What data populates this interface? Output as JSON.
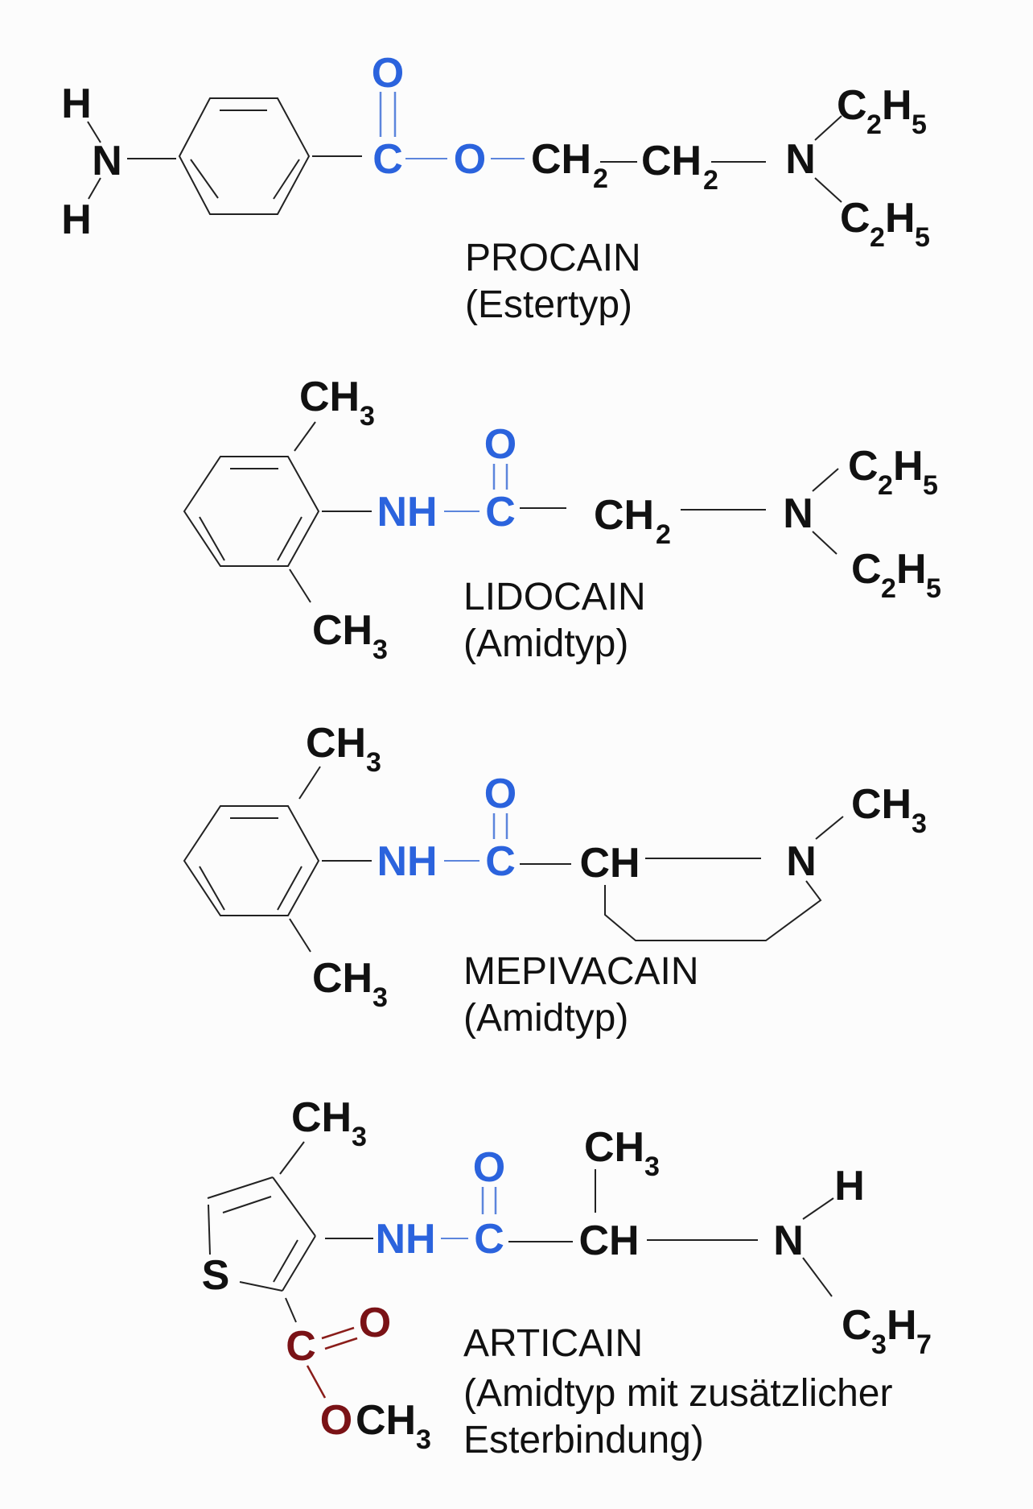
{
  "colors": {
    "background": "#fcfcfc",
    "atom_black": "#111111",
    "atom_blue": "#2b63dd",
    "bond_blue": "#5c85dc",
    "ester_red": "#7a1216",
    "bond_red": "#8a1d1a",
    "bond_black": "#222222"
  },
  "sym": {
    "H": "H",
    "N": "N",
    "NH": "NH",
    "C": "C",
    "O": "O",
    "S": "S",
    "CH": "CH",
    "sub2": "2",
    "sub3": "3",
    "sub5": "5",
    "sub7": "7"
  },
  "molecules": [
    {
      "title": "PROCAIN",
      "subtitle": "(Estertyp)"
    },
    {
      "title": "LIDOCAIN",
      "subtitle": "(Amidtyp)"
    },
    {
      "title": "MEPIVACAIN",
      "subtitle": "(Amidtyp)"
    },
    {
      "title": "ARTICAIN",
      "subtitle": "(Amidtyp mit zusätzlicher",
      "subtitle2": "Esterbindung)"
    }
  ]
}
